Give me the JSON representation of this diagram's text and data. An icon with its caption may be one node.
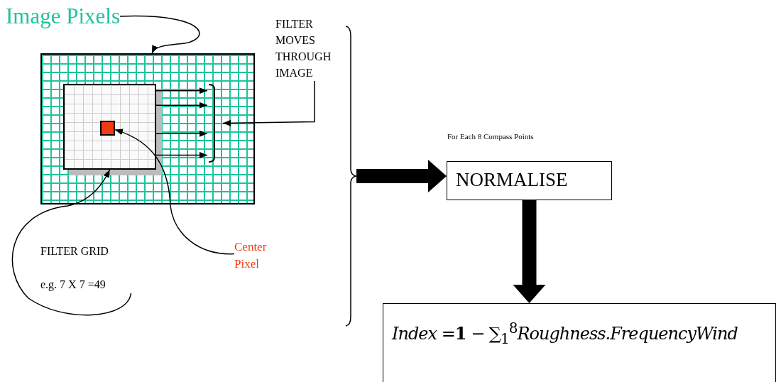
{
  "diagram": {
    "nodes": [
      {
        "text": [
          "Image Pixels"
        ]
      },
      {
        "text": [],
        "shape": "box"
      },
      {
        "text": [],
        "shape": "box",
        "in": 1
      },
      {
        "text": [],
        "shape": "box",
        "in": 2
      },
      {
        "text": [
          "FILTER MOVES THROUGH IMAGE"
        ]
      },
      {
        "text": [],
        "shape": "bracket",
        "in": 1
      },
      {
        "text": [
          "FILTER GRID",
          "e.g. 7 X 7 =49"
        ]
      },
      {
        "text": [
          "Center Pixel"
        ]
      },
      {
        "text": [],
        "shape": "brace"
      },
      {
        "text": [
          "NORMALISE"
        ],
        "beside": [
          "For Each 8 Compass Points"
        ]
      },
      {
        "text": [
          "*Index* =**1** − ∑$_{1}$$^{8}$*Roughness.FrequencyWind*"
        ]
      }
    ],
    "edges": [
      {
        "from": 0,
        "to": 1,
        "arrow": "to"
      },
      {
        "from": 2,
        "to": 5,
        "arrow": "to"
      },
      {
        "from": 2,
        "to": 5,
        "arrow": "to"
      },
      {
        "from": 2,
        "to": 5,
        "arrow": "to"
      },
      {
        "from": 2,
        "to": 5,
        "arrow": "to"
      },
      {
        "from": 4,
        "to": 5,
        "arrow": "to"
      },
      {
        "from": 6,
        "to": 2,
        "arrow": "to"
      },
      {
        "from": 7,
        "to": 3,
        "arrow": "to"
      },
      {
        "from": 8,
        "to": 9,
        "arrow": "to",
        "style": "thick"
      },
      {
        "from": 9,
        "to": 10,
        "arrow": "to",
        "style": "thick"
      }
    ]
  }
}
